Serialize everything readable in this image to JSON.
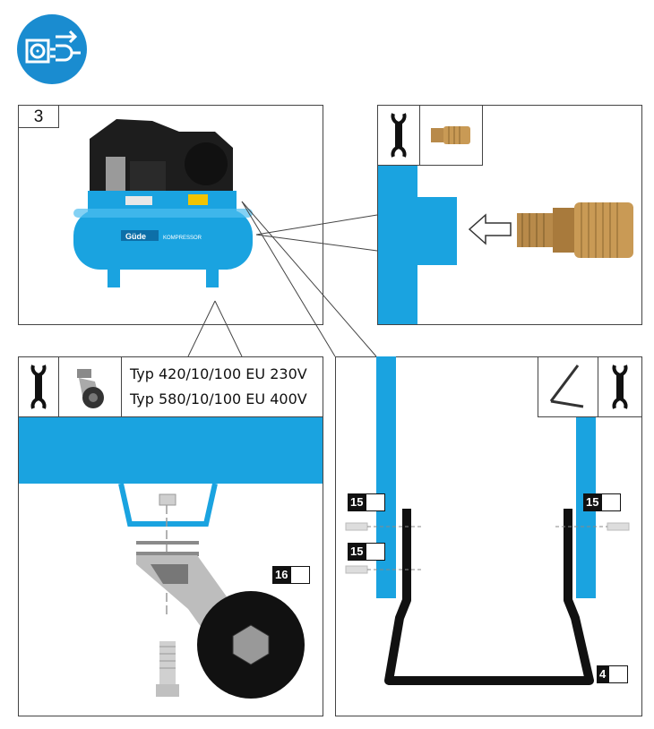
{
  "step_number": "3",
  "caster_types": [
    "Typ 420/10/100 EU 230V",
    "Typ 580/10/100 EU 400V"
  ],
  "compressor_brand": "Güde",
  "compressor_model_label": "KOMPRESSOR",
  "part_badges": [
    "15",
    "15",
    "15",
    "16",
    "4"
  ],
  "colors": {
    "accent_blue": "#1aa3e0",
    "badge_blue": "#1a8cd0",
    "brass": "#b88a4a"
  },
  "icons": [
    "unplug-power-icon",
    "wrench-icon",
    "coupling-icon",
    "caster-wheel-icon",
    "allen-key-icon",
    "parts-bag-icon"
  ]
}
